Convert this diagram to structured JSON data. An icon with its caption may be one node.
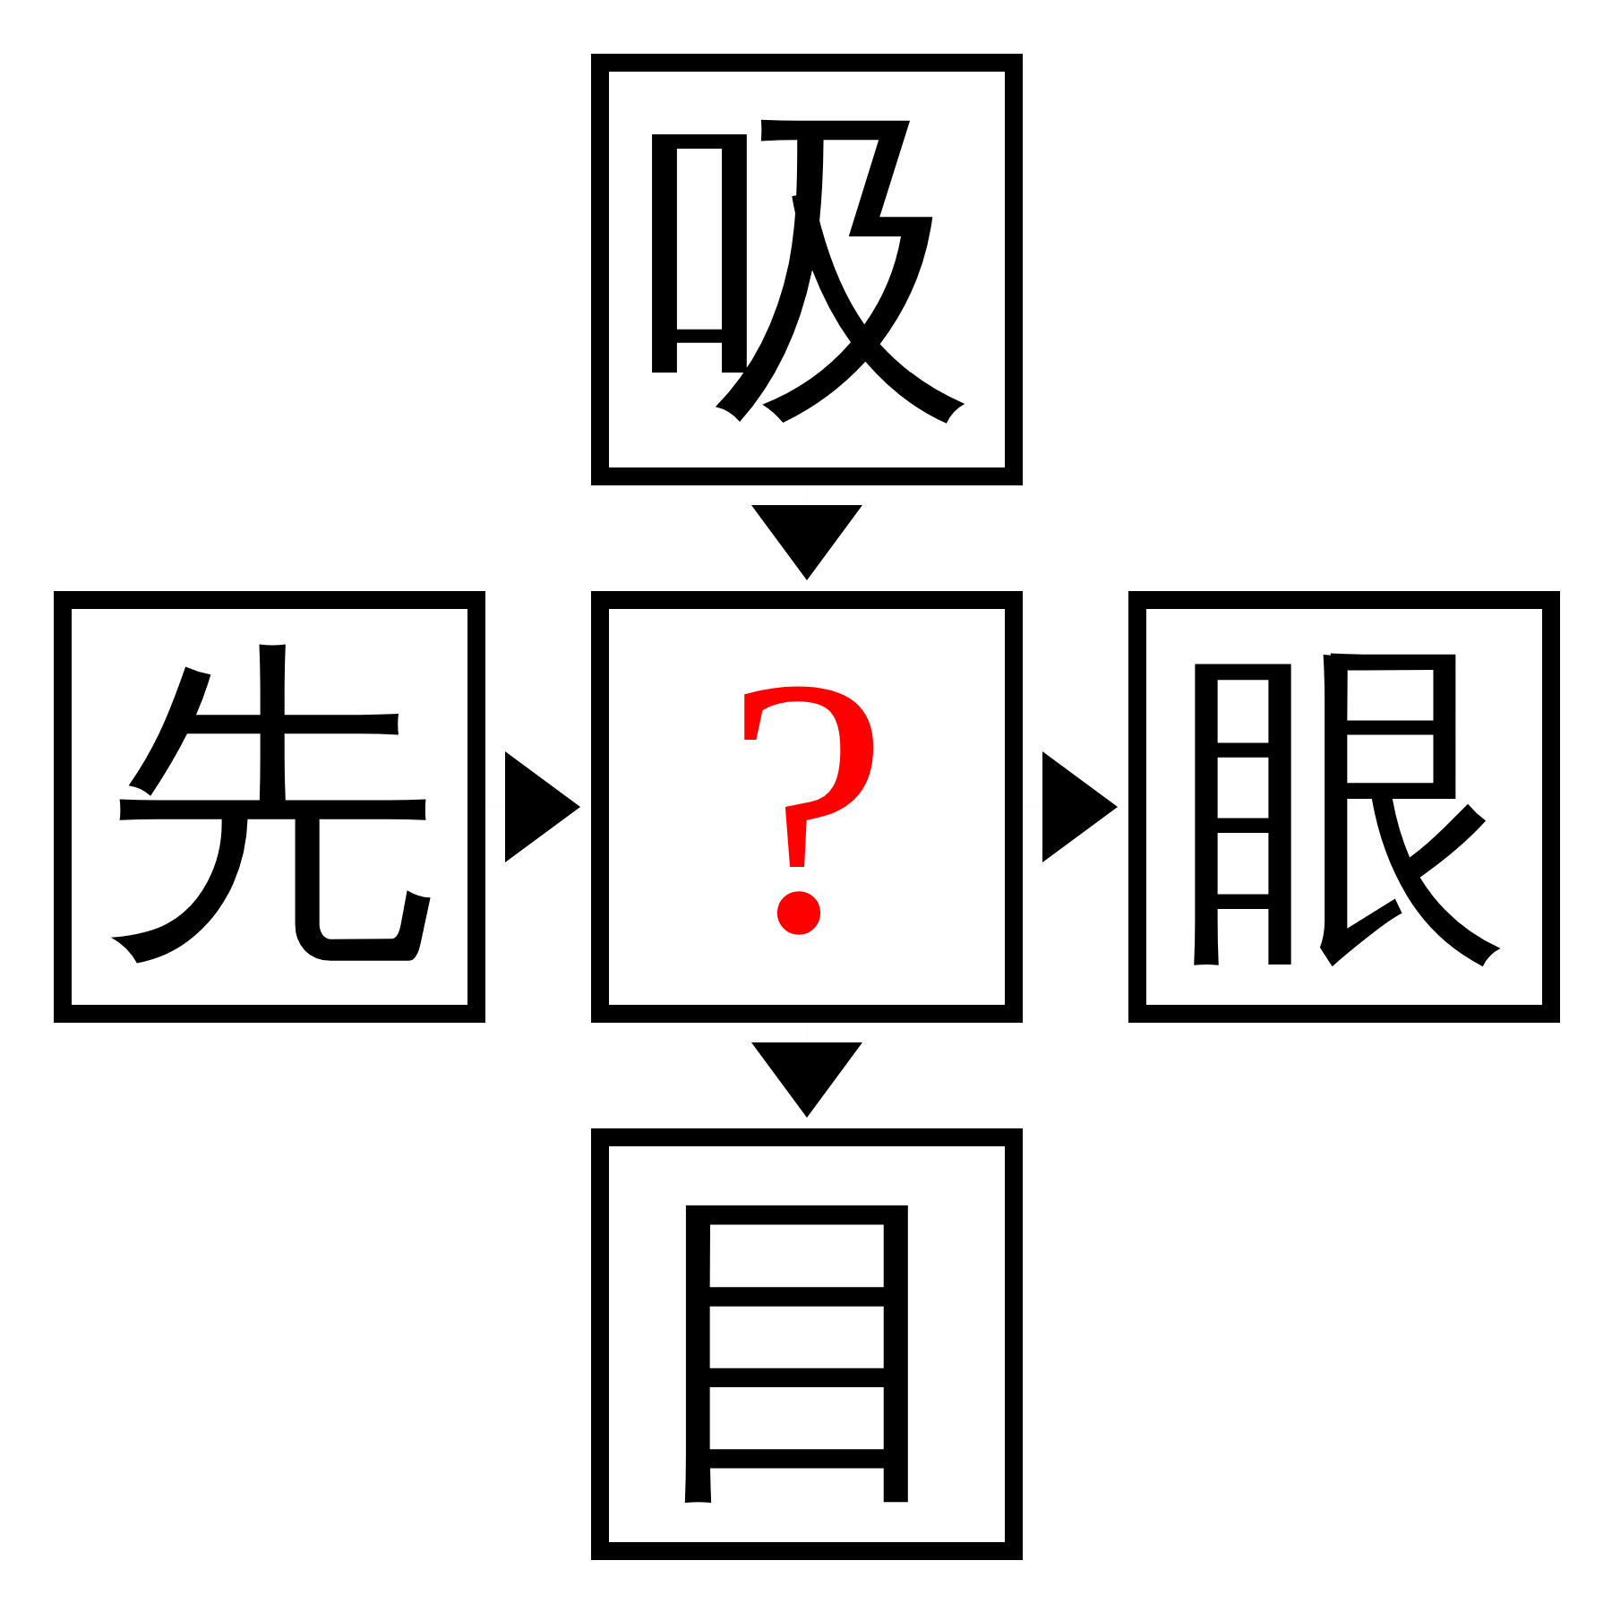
{
  "diagram": {
    "nodes": [
      {
        "text": [
          "吸"
        ]
      },
      {
        "text": [
          "先"
        ]
      },
      {
        "text": [
          "?"
        ]
      },
      {
        "text": [
          "眼"
        ]
      },
      {
        "text": [
          "目"
        ]
      }
    ],
    "edges": [
      {
        "from": 0,
        "to": 2,
        "arrow": "to"
      },
      {
        "from": 1,
        "to": 2,
        "arrow": "to"
      },
      {
        "from": 2,
        "to": 3,
        "arrow": "to"
      },
      {
        "from": 2,
        "to": 4,
        "arrow": "to"
      }
    ]
  }
}
